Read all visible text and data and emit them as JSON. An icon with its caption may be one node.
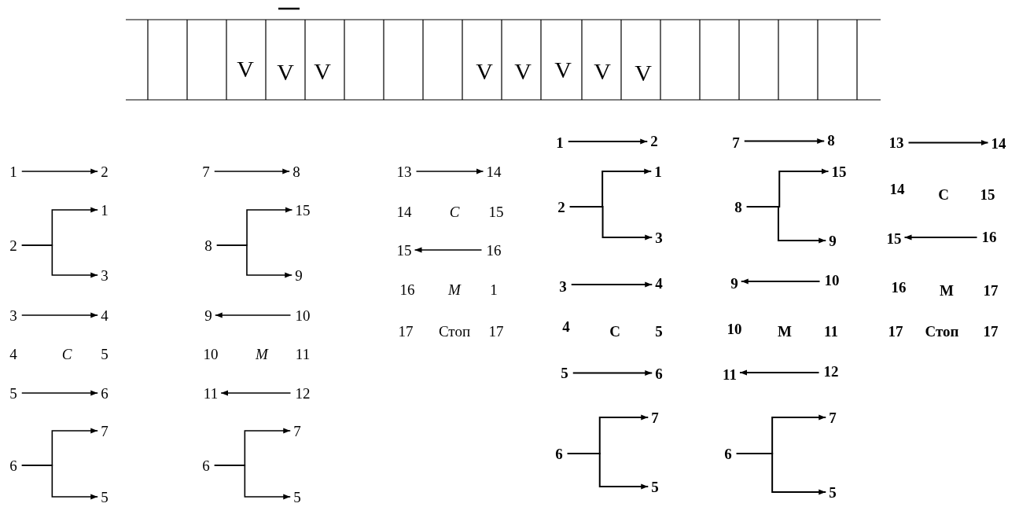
{
  "diagram": {
    "nodes": [
      {
        "text": [
          "1"
        ]
      },
      {
        "text": [
          "2"
        ]
      },
      {
        "text": [
          "2"
        ]
      },
      {
        "text": [
          "1"
        ]
      },
      {
        "text": [
          "3"
        ]
      },
      {
        "text": [
          "3"
        ]
      },
      {
        "text": [
          "4"
        ]
      },
      {
        "text": [
          "5"
        ]
      },
      {
        "text": [
          "6"
        ]
      },
      {
        "text": [
          "6"
        ]
      },
      {
        "text": [
          "7"
        ]
      },
      {
        "text": [
          "5"
        ]
      },
      {
        "text": [
          "7"
        ]
      },
      {
        "text": [
          "8"
        ]
      },
      {
        "text": [
          "8"
        ]
      },
      {
        "text": [
          "15"
        ]
      },
      {
        "text": [
          "9"
        ]
      },
      {
        "text": [
          "9"
        ]
      },
      {
        "text": [
          "10"
        ]
      },
      {
        "text": [
          "11"
        ]
      },
      {
        "text": [
          "12"
        ]
      },
      {
        "text": [
          "6"
        ]
      },
      {
        "text": [
          "7"
        ]
      },
      {
        "text": [
          "5"
        ]
      },
      {
        "text": [
          "13"
        ]
      },
      {
        "text": [
          "14"
        ]
      },
      {
        "text": [
          "15"
        ]
      },
      {
        "text": [
          "16"
        ]
      },
      {
        "text": [
          "1"
        ]
      },
      {
        "text": [
          "2"
        ]
      },
      {
        "text": [
          "2"
        ]
      },
      {
        "text": [
          "1"
        ]
      },
      {
        "text": [
          "3"
        ]
      },
      {
        "text": [
          "3"
        ]
      },
      {
        "text": [
          "4"
        ]
      },
      {
        "text": [
          "5"
        ]
      },
      {
        "text": [
          "6"
        ]
      },
      {
        "text": [
          "6"
        ]
      },
      {
        "text": [
          "7"
        ]
      },
      {
        "text": [
          "5"
        ]
      },
      {
        "text": [
          "7"
        ]
      },
      {
        "text": [
          "8"
        ]
      },
      {
        "text": [
          "8"
        ]
      },
      {
        "text": [
          "15"
        ]
      },
      {
        "text": [
          "9"
        ]
      },
      {
        "text": [
          "9"
        ]
      },
      {
        "text": [
          "10"
        ]
      },
      {
        "text": [
          "11"
        ]
      },
      {
        "text": [
          "12"
        ]
      },
      {
        "text": [
          "6"
        ]
      },
      {
        "text": [
          "7"
        ]
      },
      {
        "text": [
          "5"
        ]
      },
      {
        "text": [
          "13"
        ]
      },
      {
        "text": [
          "14"
        ]
      },
      {
        "text": [
          "15"
        ]
      },
      {
        "text": [
          "16"
        ]
      }
    ],
    "edges": [
      {
        "from": 0,
        "to": 1,
        "arrow": "to"
      },
      {
        "from": 2,
        "to": 3,
        "arrow": "to"
      },
      {
        "from": 2,
        "to": 4,
        "arrow": "to"
      },
      {
        "from": 5,
        "to": 6,
        "arrow": "to"
      },
      {
        "from": 7,
        "to": 8,
        "arrow": "to"
      },
      {
        "from": 9,
        "to": 10,
        "arrow": "to"
      },
      {
        "from": 9,
        "to": 11,
        "arrow": "to"
      },
      {
        "from": 12,
        "to": 13,
        "arrow": "to"
      },
      {
        "from": 14,
        "to": 15,
        "arrow": "to"
      },
      {
        "from": 14,
        "to": 16,
        "arrow": "to"
      },
      {
        "from": 18,
        "to": 17,
        "arrow": "to"
      },
      {
        "from": 20,
        "to": 19,
        "arrow": "to"
      },
      {
        "from": 21,
        "to": 22,
        "arrow": "to"
      },
      {
        "from": 21,
        "to": 23,
        "arrow": "to"
      },
      {
        "from": 24,
        "to": 25,
        "arrow": "to"
      },
      {
        "from": 27,
        "to": 26,
        "arrow": "to"
      },
      {
        "from": 28,
        "to": 29,
        "arrow": "to"
      },
      {
        "from": 30,
        "to": 31,
        "arrow": "to"
      },
      {
        "from": 30,
        "to": 32,
        "arrow": "to"
      },
      {
        "from": 33,
        "to": 34,
        "arrow": "to"
      },
      {
        "from": 35,
        "to": 36,
        "arrow": "to"
      },
      {
        "from": 37,
        "to": 38,
        "arrow": "to"
      },
      {
        "from": 37,
        "to": 39,
        "arrow": "to"
      },
      {
        "from": 40,
        "to": 41,
        "arrow": "to"
      },
      {
        "from": 42,
        "to": 43,
        "arrow": "to"
      },
      {
        "from": 42,
        "to": 44,
        "arrow": "to"
      },
      {
        "from": 46,
        "to": 45,
        "arrow": "to"
      },
      {
        "from": 48,
        "to": 47,
        "arrow": "to"
      },
      {
        "from": 49,
        "to": 50,
        "arrow": "to"
      },
      {
        "from": 49,
        "to": 51,
        "arrow": "to"
      },
      {
        "from": 52,
        "to": 53,
        "arrow": "to"
      },
      {
        "from": 55,
        "to": 54,
        "arrow": "to"
      }
    ],
    "labels": [
      "V",
      "V",
      "V",
      "V",
      "V",
      "V",
      "V",
      "V",
      "4",
      "C",
      "5",
      "10",
      "M",
      "11",
      "14",
      "C",
      "15",
      "16",
      "M",
      "1",
      "17",
      "Стоп",
      "17",
      "4",
      "C",
      "5",
      "10",
      "M",
      "11",
      "14",
      "C",
      "15",
      "16",
      "M",
      "17",
      "17",
      "Стоп",
      "17"
    ]
  }
}
